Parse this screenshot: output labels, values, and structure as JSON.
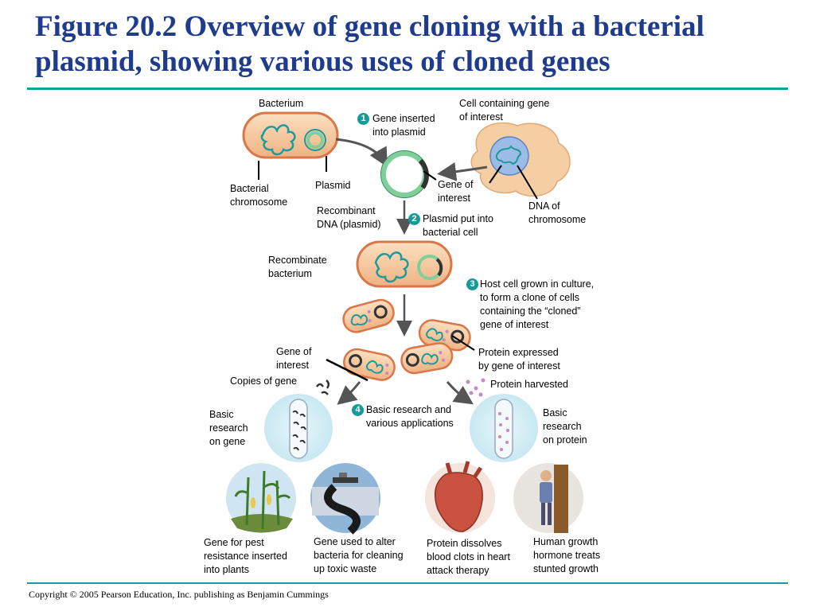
{
  "title": "Figure 20.2 Overview of gene cloning with a bacterial plasmid, showing various uses of cloned genes",
  "footer": "Copyright © 2005 Pearson Education, Inc. publishing as Benjamin Cummings",
  "labels": {
    "bacterium": "Bacterium",
    "bacterial_chromosome": "Bacterial\nchromosome",
    "plasmid": "Plasmid",
    "cell_with_gene": "Cell containing gene\nof interest",
    "dna_of_chromosome": "DNA of\nchromosome",
    "gene_of_interest_top": "Gene of\ninterest",
    "recombinant_dna": "Recombinant\nDNA (plasmid)",
    "recombinate_bacterium": "Recombinate\nbacterium",
    "gene_of_interest_mid": "Gene of\ninterest",
    "copies_of_gene": "Copies of gene",
    "protein_expressed": "Protein expressed\nby gene of interest",
    "protein_harvested": "Protein harvested",
    "basic_research_gene": "Basic\nresearch\non gene",
    "basic_research_protein": "Basic\nresearch\non protein",
    "pest_resistance": "Gene for pest\nresistance inserted\ninto plants",
    "toxic_waste": "Gene used to alter\nbacteria for cleaning\nup toxic waste",
    "blood_clots": "Protein dissolves\nblood clots in heart\nattack therapy",
    "growth_hormone": "Human growth\nhormone treats\nstunted growth"
  },
  "steps": [
    {
      "number": "1",
      "text": "Gene inserted\ninto plasmid"
    },
    {
      "number": "2",
      "text": "Plasmid put into\nbacterial cell"
    },
    {
      "number": "3",
      "text": "Host cell grown in culture,\nto form a clone of cells\ncontaining the “cloned”\ngene of interest"
    },
    {
      "number": "4",
      "text": "Basic research and\nvarious applications"
    }
  ],
  "colors": {
    "title": "#1f3b8c",
    "rule": "#129f9f",
    "cell_fill": "#f6c89a",
    "cell_border": "#d9764a",
    "dna": "#1f9a9a",
    "plasmid": "#7fcf9a",
    "step_badge": "#149b97",
    "protein_dots": "#c58ac0"
  }
}
